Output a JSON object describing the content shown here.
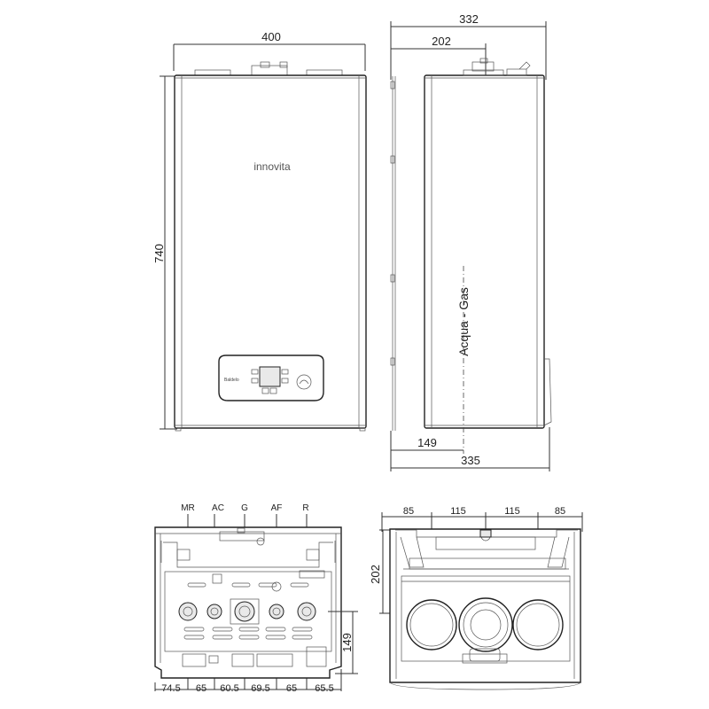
{
  "front_view": {
    "width_dim": "400",
    "height_dim": "740",
    "brand": "innovita",
    "panel_brand": "Baldelo"
  },
  "side_view": {
    "depth_top_dim": "332",
    "offset_dim": "202",
    "depth_bottom_dim": "335",
    "pipe_offset_dim": "149",
    "vertical_label": "Acqua - Gas"
  },
  "bottom_view": {
    "connections": [
      "MR",
      "AC",
      "G",
      "AF",
      "R"
    ],
    "spacings": [
      "74.5",
      "65",
      "60.5",
      "69.5",
      "65",
      "65.5"
    ],
    "height_dim": "149"
  },
  "top_view": {
    "spacings": [
      "85",
      "115",
      "115",
      "85"
    ],
    "height_dim": "202"
  }
}
